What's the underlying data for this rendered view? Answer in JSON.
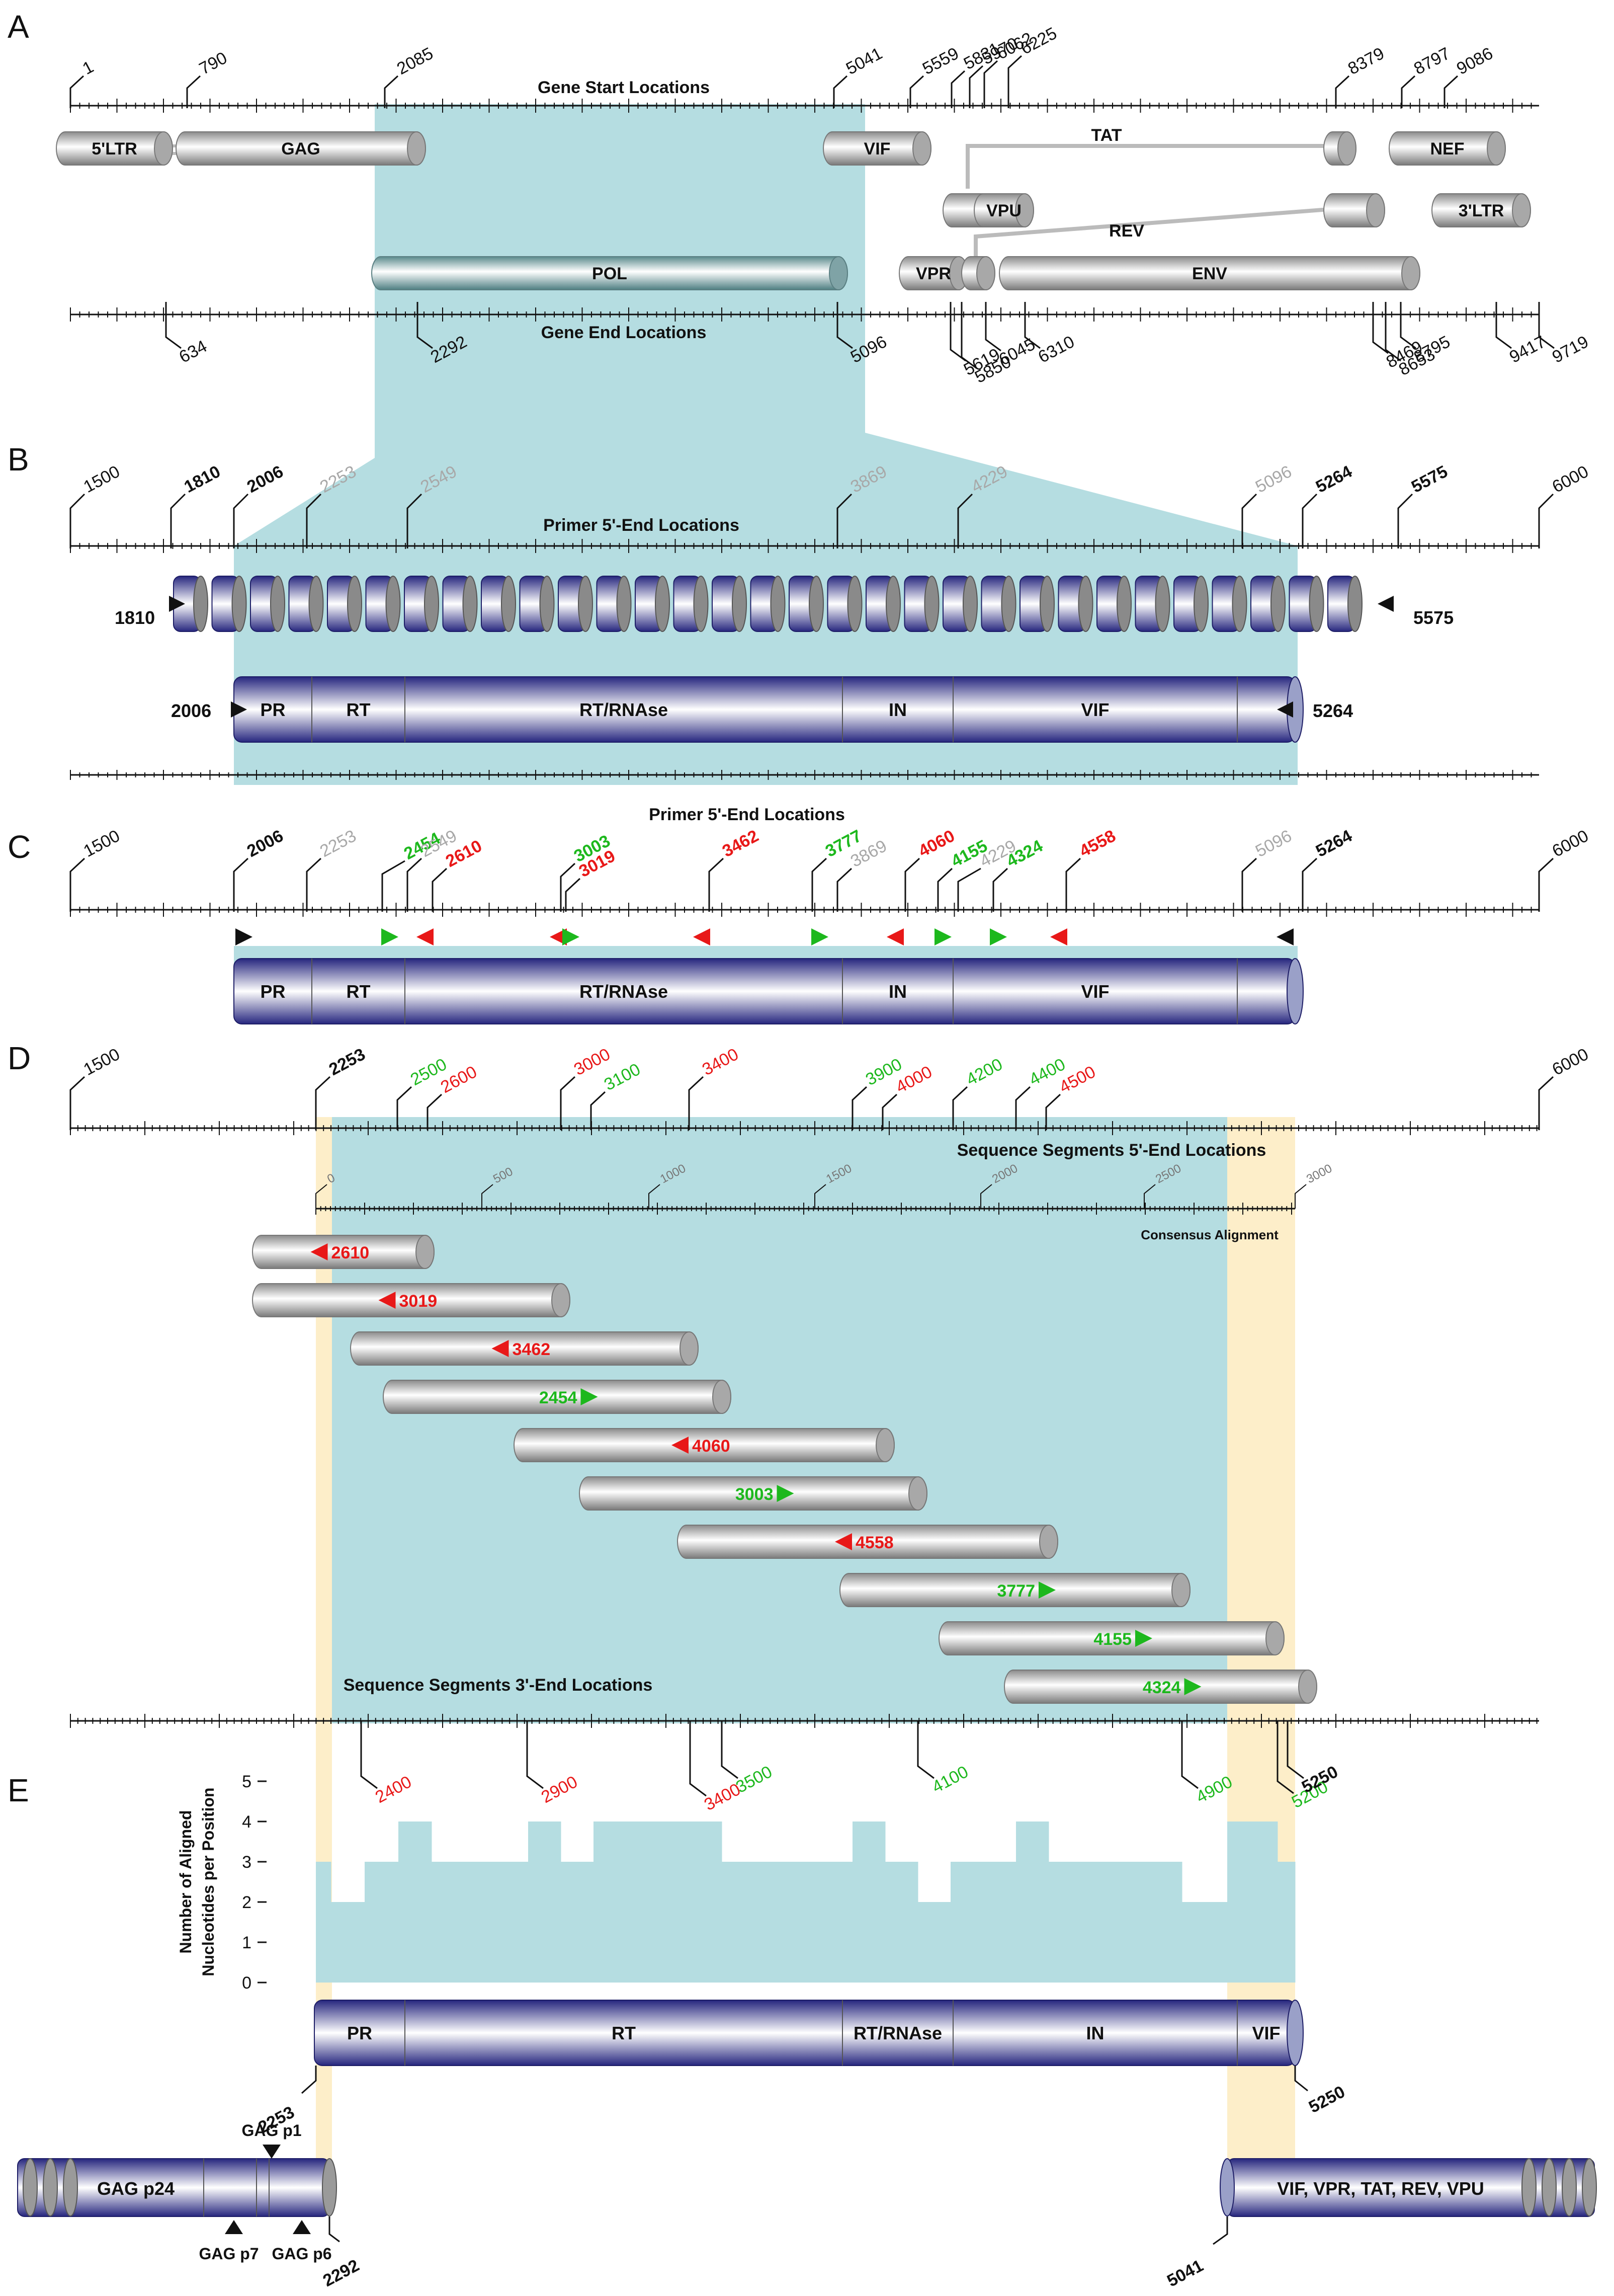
{
  "colors": {
    "teal": "#b5dde1",
    "cream": "#fdeec9",
    "green": "#1db81d",
    "red": "#e81818",
    "gray_label": "#a8a8a8",
    "navy": "#2e2e8f",
    "black": "#111111"
  },
  "panels": [
    "A",
    "B",
    "C",
    "D",
    "E"
  ],
  "panel_a": {
    "top_title": "Gene Start Locations",
    "top_ticks": [
      "1",
      "790",
      "2085",
      "5041",
      "5559",
      "5831",
      "5970",
      "6062",
      "6225",
      "8379",
      "8797",
      "9086"
    ],
    "genes": [
      {
        "name": "5'LTR"
      },
      {
        "name": "GAG"
      },
      {
        "name": "VIF"
      },
      {
        "name": "TAT"
      },
      {
        "name": "NEF"
      },
      {
        "name": "VPU"
      },
      {
        "name": "3'LTR"
      },
      {
        "name": "REV"
      },
      {
        "name": "POL"
      },
      {
        "name": "VPR"
      },
      {
        "name": "ENV"
      }
    ],
    "bottom_title": "Gene End Locations",
    "bottom_ticks": [
      "634",
      "2292",
      "5096",
      "5619",
      "5850",
      "6045",
      "6310",
      "8469",
      "8653",
      "8795",
      "9417",
      "9719"
    ]
  },
  "panel_b": {
    "title": "Primer 5'-End Locations",
    "ticks": [
      {
        "label": "1500",
        "style": "normal"
      },
      {
        "label": "1810",
        "style": "bold"
      },
      {
        "label": "2006",
        "style": "bold"
      },
      {
        "label": "2253",
        "style": "gray"
      },
      {
        "label": "2549",
        "style": "gray"
      },
      {
        "label": "3869",
        "style": "gray"
      },
      {
        "label": "4229",
        "style": "gray"
      },
      {
        "label": "5096",
        "style": "gray"
      },
      {
        "label": "5264",
        "style": "bold"
      },
      {
        "label": "5575",
        "style": "bold"
      },
      {
        "label": "6000",
        "style": "normal"
      }
    ],
    "amplicon_left": "1810",
    "amplicon_right": "5575",
    "pol_left": "2006",
    "pol_right": "5264",
    "domains": [
      "PR",
      "RT",
      "RT/RNAse",
      "IN",
      "VIF"
    ]
  },
  "panel_c": {
    "title": "Primer 5'-End Locations",
    "ticks": [
      {
        "label": "1500",
        "style": "normal"
      },
      {
        "label": "2006",
        "style": "bold"
      },
      {
        "label": "2253",
        "style": "gray"
      },
      {
        "label": "2454",
        "style": "green"
      },
      {
        "label": "2549",
        "style": "gray"
      },
      {
        "label": "2610",
        "style": "red"
      },
      {
        "label": "3003",
        "style": "green"
      },
      {
        "label": "3019",
        "style": "red"
      },
      {
        "label": "3462",
        "style": "red"
      },
      {
        "label": "3777",
        "style": "green"
      },
      {
        "label": "3869",
        "style": "gray"
      },
      {
        "label": "4060",
        "style": "red"
      },
      {
        "label": "4155",
        "style": "green"
      },
      {
        "label": "4229",
        "style": "gray"
      },
      {
        "label": "4324",
        "style": "green"
      },
      {
        "label": "4558",
        "style": "red"
      },
      {
        "label": "5096",
        "style": "gray"
      },
      {
        "label": "5264",
        "style": "bold"
      },
      {
        "label": "6000",
        "style": "normal"
      }
    ],
    "domains": [
      "PR",
      "RT",
      "RT/RNAse",
      "IN",
      "VIF"
    ]
  },
  "panel_d": {
    "top_ticks": [
      {
        "label": "1500",
        "style": "normal"
      },
      {
        "label": "2253",
        "style": "bold"
      },
      {
        "label": "2500",
        "style": "green"
      },
      {
        "label": "2600",
        "style": "red"
      },
      {
        "label": "3000",
        "style": "red"
      },
      {
        "label": "3100",
        "style": "green"
      },
      {
        "label": "3400",
        "style": "red"
      },
      {
        "label": "3900",
        "style": "green"
      },
      {
        "label": "4000",
        "style": "red"
      },
      {
        "label": "4200",
        "style": "green"
      },
      {
        "label": "4400",
        "style": "green"
      },
      {
        "label": "4500",
        "style": "red"
      },
      {
        "label": "6000",
        "style": "normal"
      }
    ],
    "segments_title": "Sequence Segments 5'-End Locations",
    "consensus_ticks": [
      "0",
      "500",
      "1000",
      "1500",
      "2000",
      "2500",
      "3000"
    ],
    "consensus_label": "Consensus Alignment",
    "segments": [
      {
        "label": "2610",
        "dir": "rev"
      },
      {
        "label": "3019",
        "dir": "rev"
      },
      {
        "label": "3462",
        "dir": "rev"
      },
      {
        "label": "2454",
        "dir": "fwd"
      },
      {
        "label": "4060",
        "dir": "rev"
      },
      {
        "label": "3003",
        "dir": "fwd"
      },
      {
        "label": "4558",
        "dir": "rev"
      },
      {
        "label": "3777",
        "dir": "fwd"
      },
      {
        "label": "4155",
        "dir": "fwd"
      },
      {
        "label": "4324",
        "dir": "fwd"
      }
    ],
    "end_title": "Sequence Segments 3'-End Locations",
    "bottom_ticks": [
      {
        "label": "2400",
        "style": "red"
      },
      {
        "label": "2900",
        "style": "red"
      },
      {
        "label": "3400",
        "style": "red"
      },
      {
        "label": "3500",
        "style": "green"
      },
      {
        "label": "4100",
        "style": "green"
      },
      {
        "label": "4900",
        "style": "green"
      },
      {
        "label": "5200",
        "style": "green"
      },
      {
        "label": "5250",
        "style": "bold"
      }
    ]
  },
  "panel_e": {
    "ylabel_line1": "Number of Aligned",
    "ylabel_line2": "Nucleotides per Position",
    "y_ticks": [
      "5",
      "4",
      "3",
      "2",
      "1",
      "0"
    ],
    "coverage_levels": [
      3,
      2,
      3,
      4,
      3,
      4,
      3,
      4,
      3,
      4,
      3,
      2,
      3,
      4,
      3,
      2,
      4,
      3
    ],
    "domains": [
      "PR",
      "RT",
      "RT/RNAse",
      "IN",
      "VIF"
    ],
    "left_end": "2253",
    "right_end": "5250",
    "gag_label": "GAG p24",
    "gag_p1": "GAG p1",
    "gag_p7": "GAG p7",
    "gag_p6": "GAG p6",
    "gag_end": "2292",
    "right_genes": "VIF, VPR, TAT, REV, VPU",
    "right_start": "5041"
  }
}
